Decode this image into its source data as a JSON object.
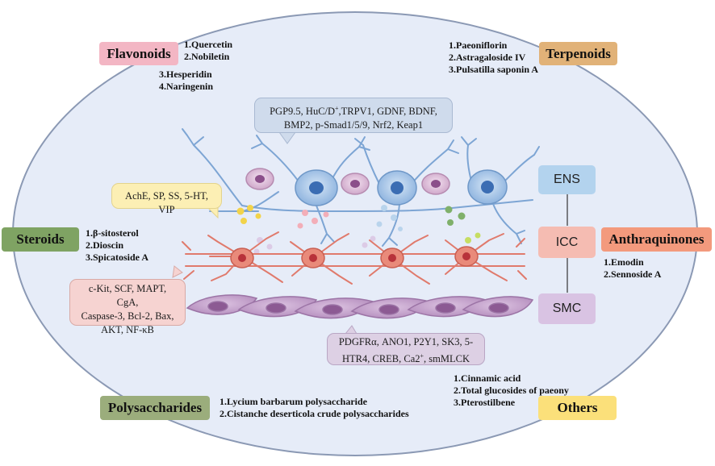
{
  "categories": {
    "flavonoids": {
      "label": "Flavonoids",
      "color": "#f3b6c4",
      "items": [
        "1.Quercetin",
        "2.Nobiletin",
        "3.Hesperidin",
        "4.Naringenin"
      ]
    },
    "terpenoids": {
      "label": "Terpenoids",
      "color": "#e1b278",
      "items": [
        "1.Paeoniflorin",
        "2.Astragaloside IV",
        "3.Pulsatilla saponin A"
      ]
    },
    "steroids": {
      "label": "Steroids",
      "color": "#7fa363",
      "items": [
        "1.β-sitosterol",
        "2.Dioscin",
        "3.Spicatoside A"
      ]
    },
    "anthraquinones": {
      "label": "Anthraquinones",
      "color": "#f39a7d",
      "items": [
        "1.Emodin",
        "2.Sennoside A"
      ]
    },
    "polysaccharides": {
      "label": "Polysaccharides",
      "color": "#9bad7c",
      "items": [
        "1.Lycium barbarum polysaccharide",
        "2.Cistanche deserticola crude polysaccharides"
      ]
    },
    "others": {
      "label": "Others",
      "color": "#fbe07a",
      "items": [
        "1.Cinnamic acid",
        "2.Total glucosides of paeony",
        "3.Pterostilbene"
      ]
    }
  },
  "layers": {
    "ens": {
      "label": "ENS",
      "color": "#b3d3ee"
    },
    "icc": {
      "label": "ICC",
      "color": "#f5bcb2"
    },
    "smc": {
      "label": "SMC",
      "color": "#d9c3e3"
    }
  },
  "markers": {
    "ens_top": {
      "line1_pre": "PGP9.5, HuC/D",
      "line1_sup": "+",
      "line1_post": ",TRPV1, GDNF, BDNF,",
      "line2": "BMP2, p-Smad1/5/9, Nrf2, Keap1",
      "color": "#cfdbec"
    },
    "neurotransmitters": {
      "text": "AchE, SP, SS, 5-HT, VIP",
      "color": "#fcefb4"
    },
    "icc_markers": {
      "line1": "c-Kit, SCF, MAPT, CgA,",
      "line2": "Caspase-3, Bcl-2, Bax,",
      "line3": "AKT, NF-κB",
      "color": "#f6d3d1"
    },
    "smc_markers": {
      "line1": "PDGFRα, ANO1, P2Y1, SK3, 5-",
      "line2_pre": "HTR4, CREB, Ca2",
      "line2_sup": "+",
      "line2_post": ", smMLCK",
      "color": "#ddd0e4"
    }
  },
  "colors": {
    "background_ellipse": "#e6ecf8",
    "neuron_body": "#a7c6e8",
    "neuron_pink": "#e3c3de",
    "icc_cell": "#e48575",
    "smc_cell": "#c9a6cf"
  }
}
